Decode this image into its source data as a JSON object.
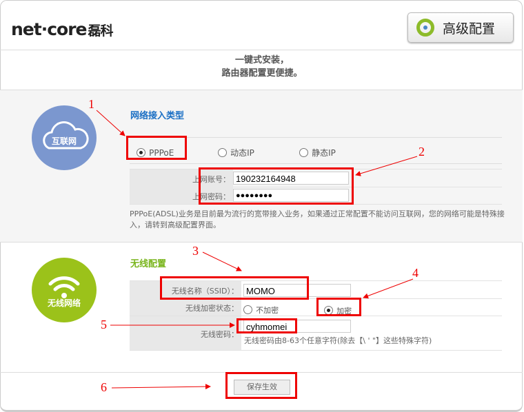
{
  "header": {
    "logo": "net·core",
    "logo_cn": "磊科",
    "advanced_button": "高级配置"
  },
  "tagline": {
    "line1": "一键式安装，",
    "line2": "路由器配置更便捷。"
  },
  "internet": {
    "icon_label": "互联网",
    "title": "网络接入类型",
    "options": [
      "PPPoE",
      "动态IP",
      "静态IP"
    ],
    "selected": "PPPoE",
    "account_label": "上网账号：",
    "account_value": "190232164948",
    "password_label": "上网密码：",
    "password_value": "●●●●●●●●",
    "description": "PPPoE(ADSL)业务是目前最为流行的宽带接入业务，如果通过正常配置不能访问互联网，您的网络可能是特殊接入，请转到高级配置界面。"
  },
  "wireless": {
    "icon_label": "无线网络",
    "title": "无线配置",
    "ssid_label": "无线名称（SSID）：",
    "ssid_value": "MOMO",
    "encrypt_label": "无线加密状态：",
    "encrypt_options": [
      "不加密",
      "加密"
    ],
    "encrypt_selected": "加密",
    "password_label": "无线密码：",
    "password_value": "cyhmomei",
    "password_hint": "无线密码由8-63个任意字符(除去【\\ ' \"】这些特殊字符)"
  },
  "save_button": "保存生效",
  "annotations": [
    "1",
    "2",
    "3",
    "4",
    "5",
    "6"
  ],
  "colors": {
    "blue": "#1a6fc4",
    "green": "#79b51c",
    "annotation": "#e00000"
  }
}
